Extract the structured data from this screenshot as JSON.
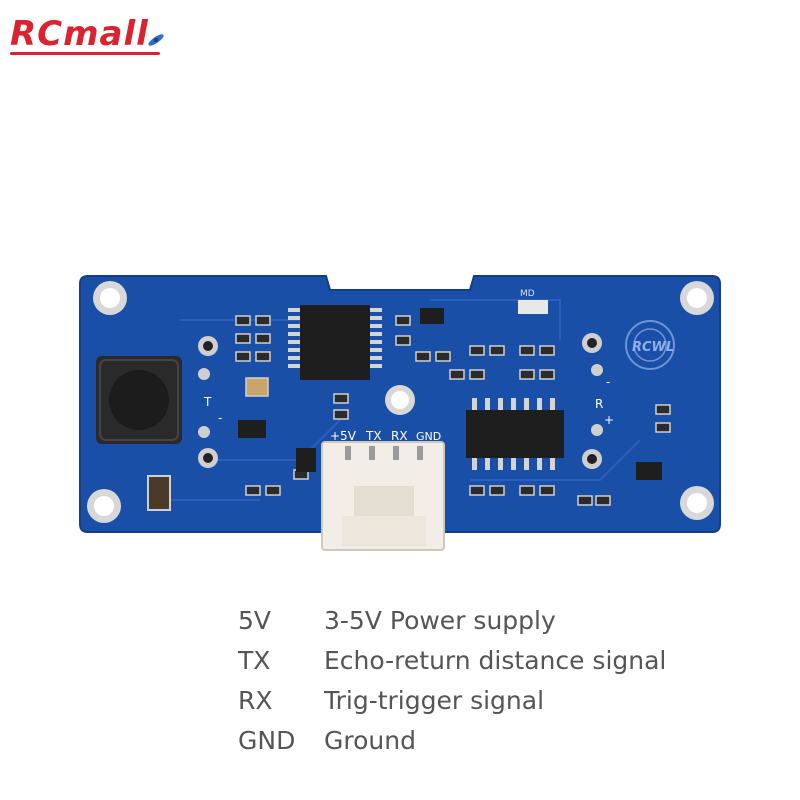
{
  "brand": {
    "logo_text": "RCmall",
    "accent_color": "#d9232e"
  },
  "board": {
    "pcb_color": "#1a4fa8",
    "connector_labels": [
      "+5V",
      "TX",
      "RX",
      "GND"
    ],
    "silkscreen": {
      "top_label": "MD",
      "emblem_text": "RCWL",
      "t_label": "T",
      "r_label": "R",
      "minus": "-",
      "plus": "+"
    }
  },
  "pin_map": [
    {
      "pin": "5V",
      "description": "3-5V Power supply"
    },
    {
      "pin": "TX",
      "description": "Echo-return distance signal"
    },
    {
      "pin": "RX",
      "description": "Trig-trigger signal"
    },
    {
      "pin": "GND",
      "description": "Ground"
    }
  ]
}
